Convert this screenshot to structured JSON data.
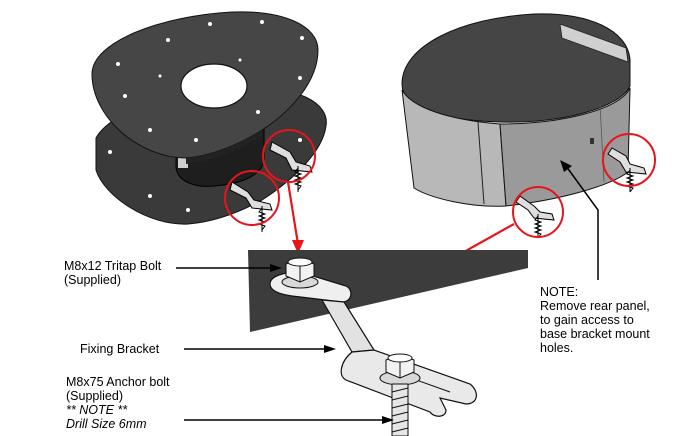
{
  "labels": {
    "tritap_bolt": {
      "line1": "M8x12 Tritap Bolt",
      "line2": "(Supplied)"
    },
    "fixing_bracket": "Fixing Bracket",
    "anchor_bolt": {
      "line1": "M8x75 Anchor bolt",
      "line2": "(Supplied)",
      "line3": "** NOTE **",
      "line4": "Drill Size 6mm"
    },
    "note": {
      "title": "NOTE:",
      "line1": "Remove rear panel,",
      "line2": "to gain access to",
      "line3": "base bracket mount",
      "line4": "holes."
    }
  },
  "colors": {
    "callout_red": "#e8141c",
    "part_dark": "#3a3a3a",
    "part_mid": "#6b6b6b",
    "panel_grey": "#9a9a9a",
    "metal_light": "#e6e6e6"
  }
}
